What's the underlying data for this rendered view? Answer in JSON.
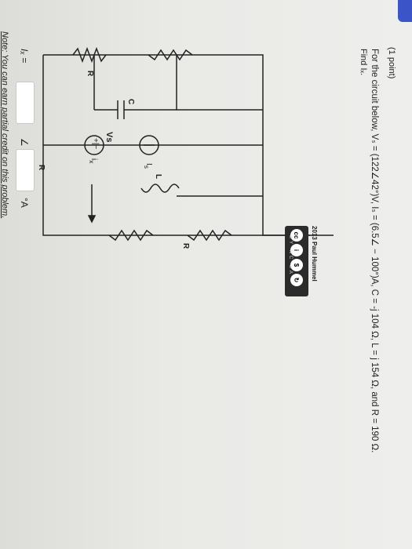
{
  "problem": {
    "points": "(1 point)",
    "statement": "For the circuit below, Vₛ = (122∠42°)V, Iₛ = (6.5∠ − 100°)A, C = -j 104 Ω, L = j 154 Ω, and R = 190 Ω.",
    "find": "Find Iₓ."
  },
  "circuit": {
    "labels": {
      "vs": "Vs",
      "plus_minus": "+|−",
      "ix": "i",
      "ix_sub": "x",
      "is": "I",
      "is_sub": "s",
      "c": "C",
      "l": "L",
      "r": "R"
    },
    "credit": "2013 Paul Hummel",
    "license_text": "BY NC SA"
  },
  "answer": {
    "label": "Iₓ =",
    "angle_symbol": "∠",
    "unit": "°A",
    "magnitude_value": "",
    "angle_value": ""
  },
  "note": "Note: You can earn partial credit on this problem."
}
